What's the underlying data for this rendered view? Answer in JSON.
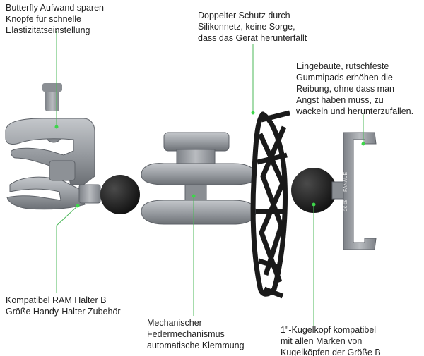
{
  "colors": {
    "accent": "#3dd64a",
    "metal": "#9a9ea3",
    "metal_dark": "#5e6268",
    "rubber": "#1a1a1a"
  },
  "brand_text": "FANAUE",
  "model_text": "CK-05",
  "callouts": {
    "butterfly": [
      "Butterfly Aufwand sparen",
      "Knöpfe für schnelle",
      "Elastizitätseinstellung"
    ],
    "silicone": [
      "Doppelter Schutz durch",
      "Silikonnetz, keine Sorge,",
      "dass das Gerät herunterfällt"
    ],
    "gummipads": [
      "Eingebaute, rutschfeste",
      "Gummipads erhöhen die",
      "Reibung, ohne dass man",
      "Angst haben muss, zu",
      "wackeln und herunterzufallen."
    ],
    "ram": [
      "Kompatibel RAM Halter B",
      "Größe Handy-Halter Zubehör"
    ],
    "spring": [
      "Mechanischer",
      "Federmechanismus",
      "automatische Klemmung"
    ],
    "ball": [
      "1\"-Kugelkopf kompatibel",
      "mit allen Marken von",
      "Kugelköpfen der Größe B"
    ]
  }
}
